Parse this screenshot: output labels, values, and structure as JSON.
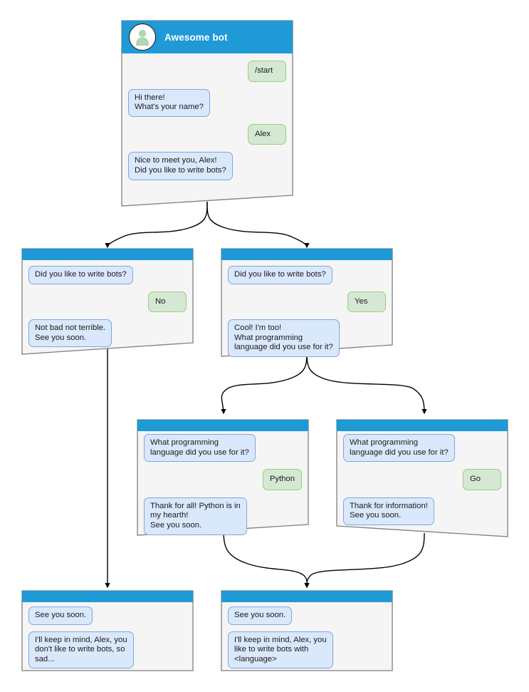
{
  "diagram": {
    "title": "Awesome bot conversation flow",
    "type": "flowchart",
    "colors": {
      "header_blue": "#1f9ad6",
      "card_background": "#f5f5f5",
      "card_border": "#808080",
      "bot_bubble_fill": "#dae8fc",
      "bot_bubble_border": "#7ea6e0",
      "user_bubble_fill": "#d5e8d4",
      "user_bubble_border": "#97d077",
      "connector": "#000000",
      "avatar_person": "#b5d6b2",
      "page_background": "#ffffff"
    }
  },
  "cards": {
    "root": {
      "id": "root",
      "bot_name": "Awesome bot",
      "avatar_icon": "person-avatar-icon",
      "messages": [
        {
          "from": "user",
          "text": "/start"
        },
        {
          "from": "bot",
          "text": "Hi there!\nWhat's your name?"
        },
        {
          "from": "user",
          "text": "Alex"
        },
        {
          "from": "bot",
          "text": "Nice to meet you, Alex!\nDid you like to write bots?"
        }
      ]
    },
    "no_branch": {
      "id": "no_branch",
      "messages": [
        {
          "from": "bot",
          "text": "Did you like to write bots?"
        },
        {
          "from": "user",
          "text": "No"
        },
        {
          "from": "bot",
          "text": "Not bad not terrible.\nSee you soon."
        }
      ]
    },
    "yes_branch": {
      "id": "yes_branch",
      "messages": [
        {
          "from": "bot",
          "text": "Did you like to write bots?"
        },
        {
          "from": "user",
          "text": "Yes"
        },
        {
          "from": "bot",
          "text": "Cool! I'm too!\nWhat programming\nlanguage did you use for it?"
        }
      ]
    },
    "python_branch": {
      "id": "python_branch",
      "messages": [
        {
          "from": "bot",
          "text": "What programming\nlanguage did you use for it?"
        },
        {
          "from": "user",
          "text": "Python"
        },
        {
          "from": "bot",
          "text": "Thank for all! Python is in\nmy hearth!\nSee you soon."
        }
      ]
    },
    "go_branch": {
      "id": "go_branch",
      "messages": [
        {
          "from": "bot",
          "text": "What programming\nlanguage did you use for it?"
        },
        {
          "from": "user",
          "text": "Go"
        },
        {
          "from": "bot",
          "text": "Thank for information!\nSee you soon."
        }
      ]
    },
    "end_sad": {
      "id": "end_sad",
      "messages": [
        {
          "from": "bot",
          "text": "See you soon."
        },
        {
          "from": "bot",
          "text": "I'll keep in mind, Alex, you\ndon't like to write bots, so\nsad..."
        }
      ]
    },
    "end_happy": {
      "id": "end_happy",
      "messages": [
        {
          "from": "bot",
          "text": "See you soon."
        },
        {
          "from": "bot",
          "text": "I'll keep in mind, Alex, you\nlike to write bots with\n<language>"
        }
      ]
    }
  },
  "edges": [
    {
      "from": "root",
      "to": "no_branch",
      "style": "curved-fork"
    },
    {
      "from": "root",
      "to": "yes_branch",
      "style": "curved-fork"
    },
    {
      "from": "no_branch",
      "to": "end_sad",
      "style": "straight-vertical"
    },
    {
      "from": "yes_branch",
      "to": "python_branch",
      "style": "curved-fork"
    },
    {
      "from": "yes_branch",
      "to": "go_branch",
      "style": "curved-fork"
    },
    {
      "from": "python_branch",
      "to": "end_happy",
      "style": "curved-merge"
    },
    {
      "from": "go_branch",
      "to": "end_happy",
      "style": "curved-merge"
    }
  ]
}
